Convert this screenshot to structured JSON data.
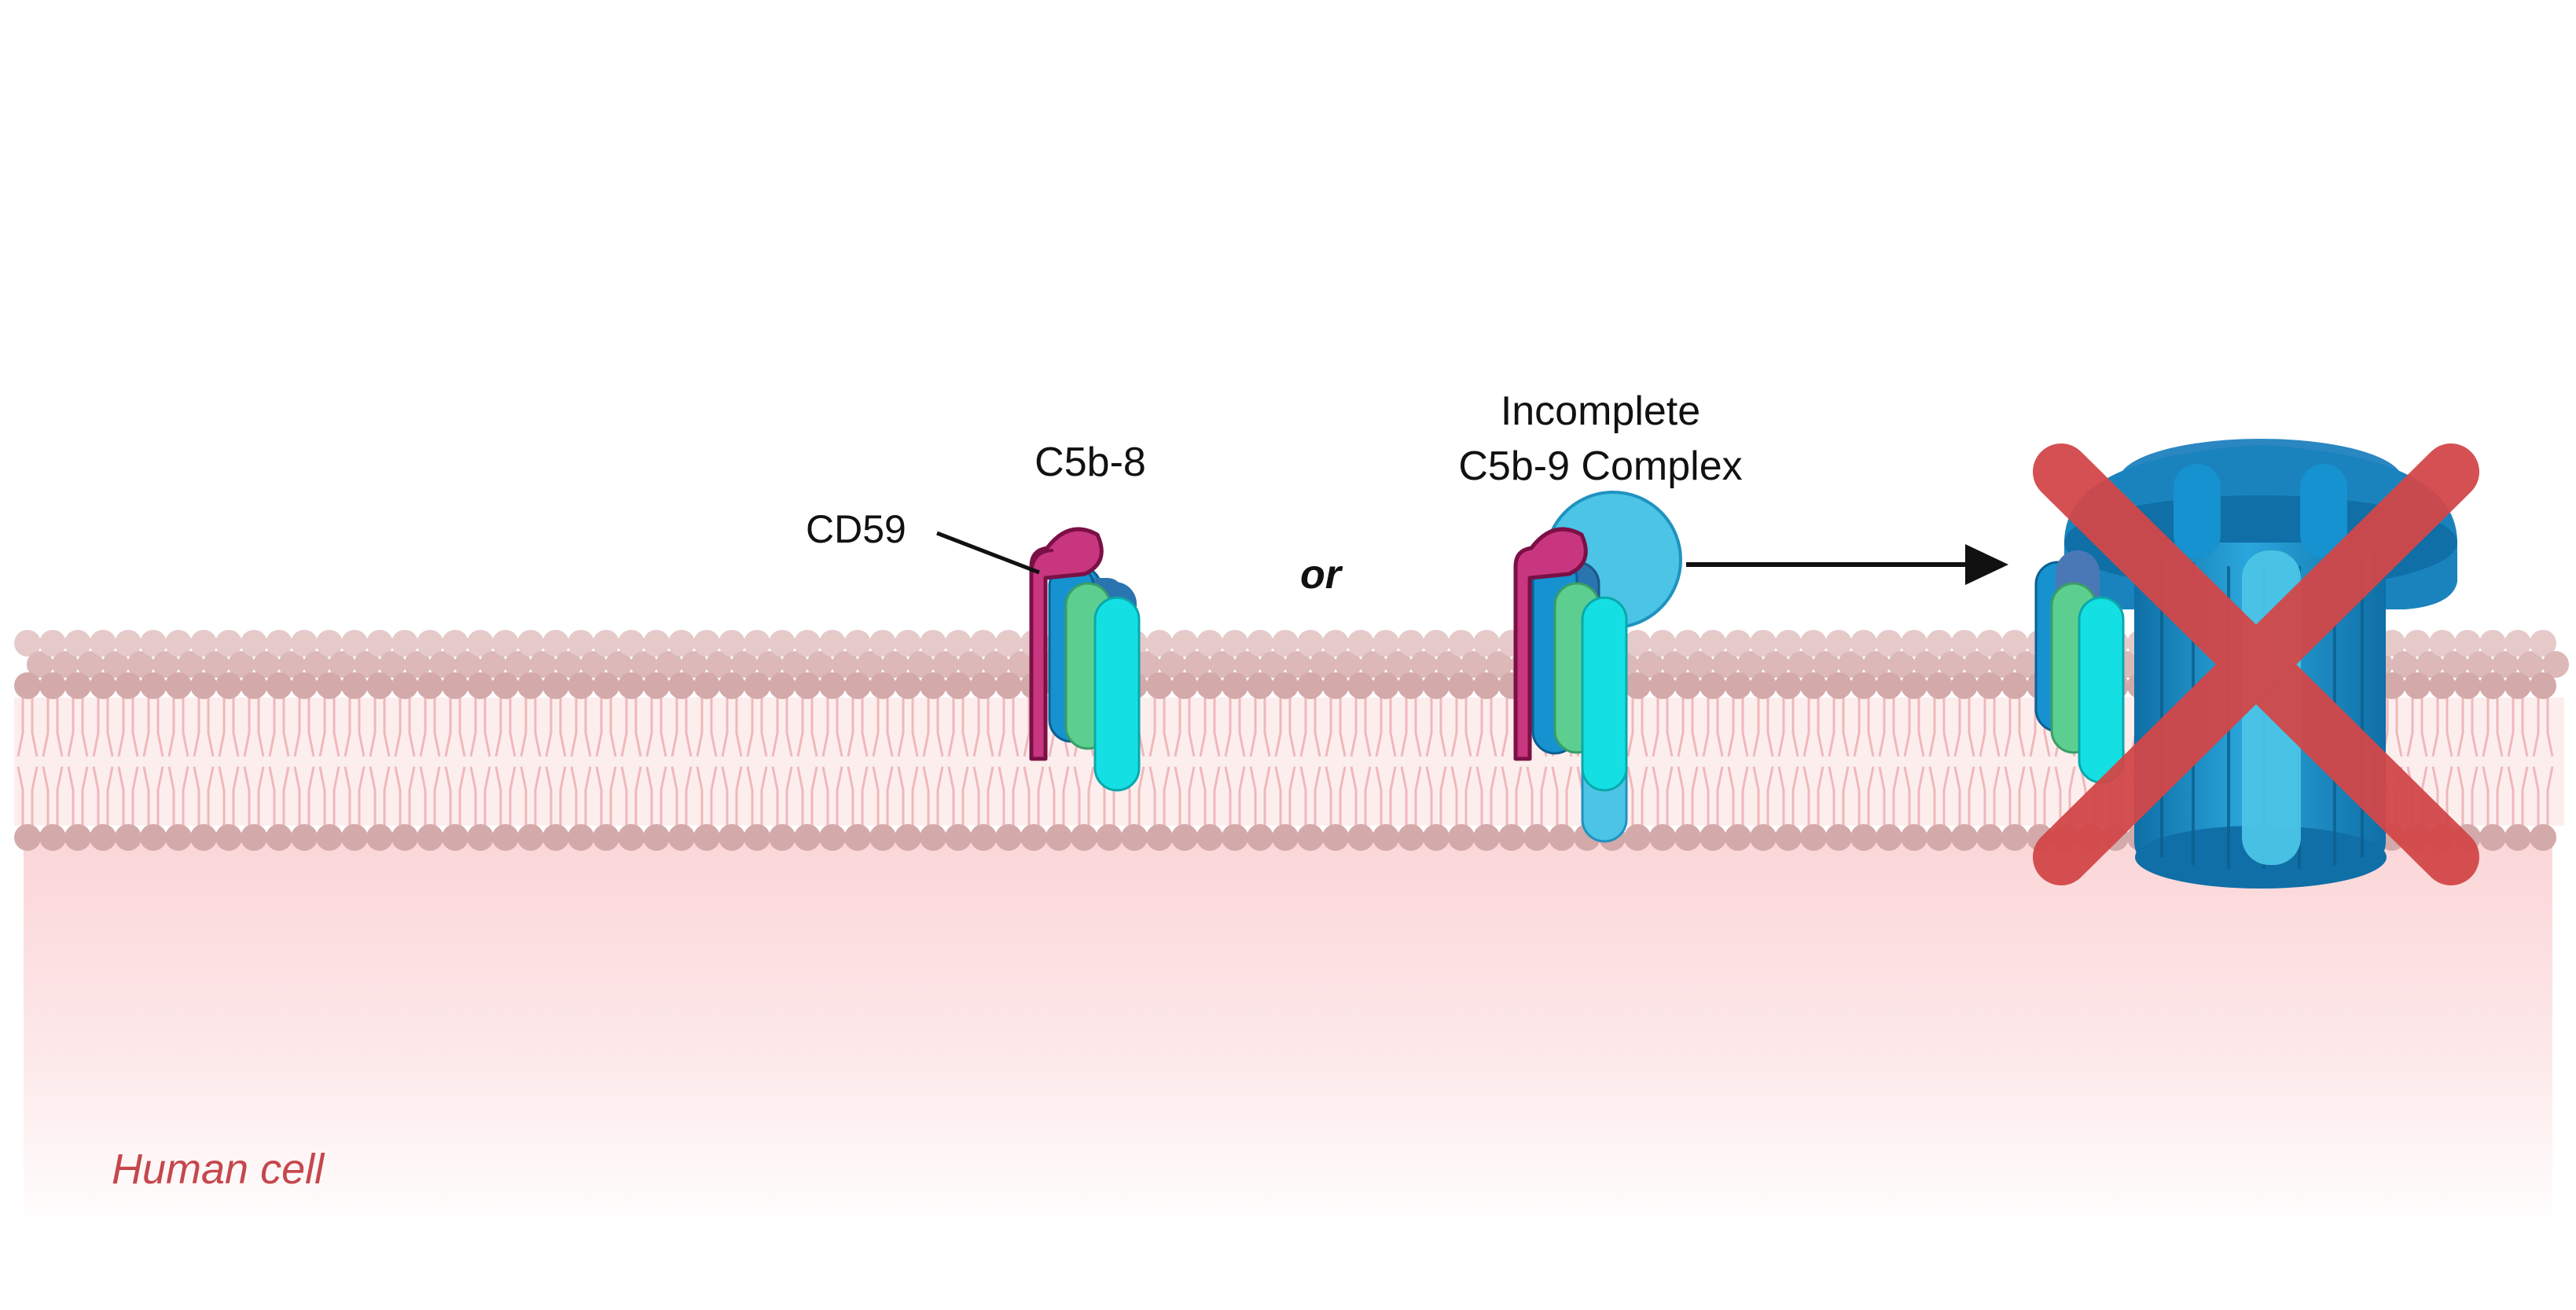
{
  "labels": {
    "cd59": "CD59",
    "c5b8": "C5b-8",
    "or": "or",
    "incomplete_line1": "Incomplete",
    "incomplete_line2": "C5b-9 Complex",
    "human_cell": "Human cell"
  },
  "colors": {
    "background": "#ffffff",
    "cytoplasm_top": "#fbd9da",
    "cytoplasm_bottom": "#fff5f5",
    "lipid_head": "#d3a9a9",
    "lipid_head_back": "#e6caca",
    "lipid_tail": "#efb8ba",
    "cd59": "#c8367f",
    "cd59_outline": "#7a1045",
    "c5b_dark": "#2a74b0",
    "c5b_mid": "#1592cf",
    "c5b_light": "#4bc4e6",
    "c8_green": "#5ccf90",
    "c_cyan": "#14e0e4",
    "mac_pore": "#1a83bd",
    "cross": "#d24749",
    "arrow": "#111111",
    "human_cell_text": "#c5474c"
  },
  "icons": [
    "cd59-protein-icon",
    "c5b8-complex-icon",
    "incomplete-c5b9-complex-icon",
    "mac-pore-icon",
    "cross-mark-icon",
    "arrow-right-icon"
  ]
}
